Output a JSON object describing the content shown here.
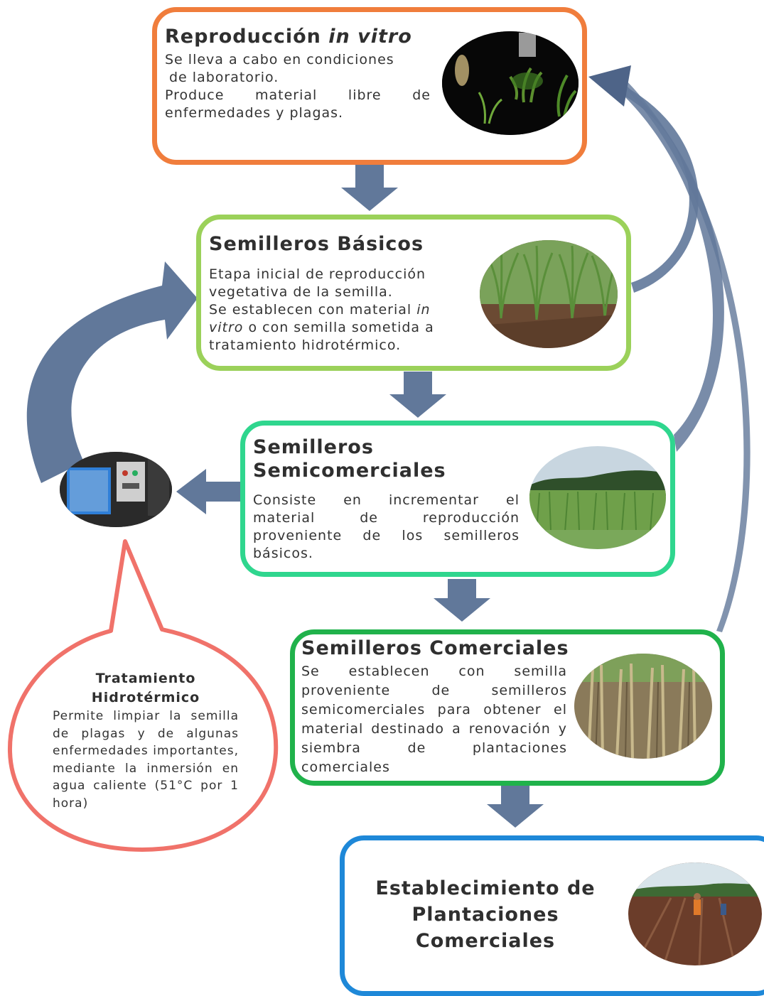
{
  "stages": {
    "invitro": {
      "title_main": "Reproducción",
      "title_em": "in vitro",
      "line1": "Se lleva a cabo en condiciones",
      "line2": "de laboratorio.",
      "line3": "Produce material libre de enfermedades y plagas.",
      "photo": "lab-plantlets-photo"
    },
    "basicos": {
      "title": "Semilleros Básicos",
      "text_a": "Etapa inicial de reproducción vegetativa de la semilla.",
      "text_b": "Se establecen con material",
      "text_em1": "in vitro",
      "text_c": "o con semilla sometida a tratamiento hidrotérmico.",
      "photo": "young-cane-rows-photo"
    },
    "semicomerciales": {
      "title_line1": "Semilleros",
      "title_line2": "Semicomerciales",
      "text": "Consiste en incrementar el material de reproducción proveniente de los semilleros básicos.",
      "photo": "cane-field-photo"
    },
    "comerciales": {
      "title": "Semilleros Comerciales",
      "text": "Se establecen con semilla proveniente de semilleros semicomerciales para obtener el material destinado a renovación y siembra de plantaciones comerciales",
      "photo": "mature-cane-stalks-photo"
    },
    "establecimiento": {
      "title_line1": "Establecimiento de",
      "title_line2": "Plantaciones",
      "title_line3": "Comerciales",
      "photo": "field-planting-photo"
    }
  },
  "treatment": {
    "title_line1": "Tratamiento",
    "title_line2": "Hidrotérmico",
    "text": "Permite limpiar la semilla de plagas y de algunas enfermedades importantes, mediante la inmersión en agua caliente (51°C por 1 hora)",
    "photo": "hot-water-tank-photo"
  },
  "colors": {
    "invitro": "#F07D3C",
    "basicos": "#9BD15A",
    "semicomerciales": "#2FD68E",
    "comerciales": "#20B24B",
    "establecimiento": "#1E88D8",
    "treatment": "#F0726A",
    "arrow": "#61789A"
  }
}
